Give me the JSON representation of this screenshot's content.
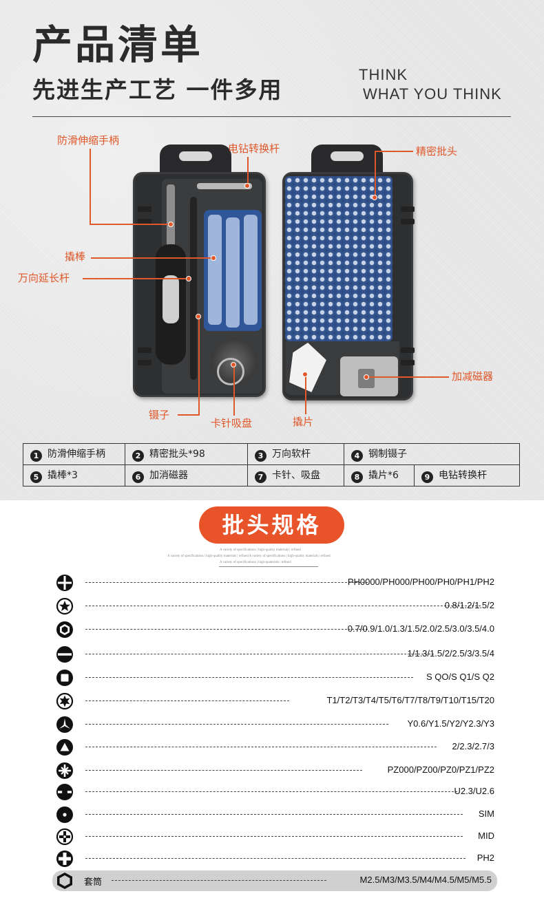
{
  "header": {
    "title": "产品清单",
    "subtitle": "先进生产工艺 一件多用",
    "think_line1": "THINK",
    "think_line2": "WHAT YOU THINK"
  },
  "callouts": {
    "handle": "防滑伸缩手柄",
    "drill_adapter": "电钻转换杆",
    "bits": "精密批头",
    "pry_bar": "撬棒",
    "extension": "万向延长杆",
    "demagnetizer": "加减磁器",
    "tweezers": "镊子",
    "sim_suction": "卡针吸盘",
    "pick": "撬片"
  },
  "parts_table": {
    "row1": [
      {
        "num": "1",
        "label": "防滑伸缩手柄"
      },
      {
        "num": "2",
        "label": "精密批头*98"
      },
      {
        "num": "3",
        "label": "万向软杆"
      },
      {
        "num": "4",
        "label": "钢制镊子"
      }
    ],
    "row2": [
      {
        "num": "5",
        "label": "撬棒*3"
      },
      {
        "num": "6",
        "label": "加消磁器"
      },
      {
        "num": "7",
        "label": "卡针、吸盘"
      },
      {
        "num": "8",
        "label": "撬片*6"
      },
      {
        "num": "9",
        "label": "电钻转换杆"
      }
    ]
  },
  "spec_section": {
    "title": "批头规格",
    "fine_line1": "A variety of specifications | high-quality materials | refined",
    "fine_line2": "A variety of specifications | high-quality materials | refined   A variety of specifications | high-quality materials | refined",
    "fine_line3": "A variety of specifications | high-quaterials | refined"
  },
  "specs": [
    {
      "icon": "phillips-icon",
      "value": "PH0000/PH000/PH00/PH0/PH1/PH2"
    },
    {
      "icon": "pentalobe-star-icon",
      "value": "0.8/1.2/1.5/2"
    },
    {
      "icon": "hex-icon",
      "value": "0.7/0.9/1.0/1.3/1.5/2.0/2.5/3.0/3.5/4.0"
    },
    {
      "icon": "slotted-icon",
      "value": "1/1.3/1.5/2/2.5/3/3.5/4"
    },
    {
      "icon": "square-icon",
      "value": "S QO/S Q1/S Q2"
    },
    {
      "icon": "torx-icon",
      "value": "T1/T2/T3/T4/T5/T6/T7/T8/T9/T10/T15/T20"
    },
    {
      "icon": "tri-wing-icon",
      "value": "Y0.6/Y1.5/Y2/Y2.3/Y3"
    },
    {
      "icon": "triangle-icon",
      "value": "2/2.3/2.7/3"
    },
    {
      "icon": "pozidriv-icon",
      "value": "PZ000/PZ00/PZ0/PZ1/PZ2"
    },
    {
      "icon": "u-shape-icon",
      "value": "U2.3/U2.6"
    },
    {
      "icon": "sim-pin-icon",
      "value": "SIM"
    },
    {
      "icon": "mid-icon",
      "value": "MID"
    },
    {
      "icon": "ph2-icon",
      "value": "PH2"
    }
  ],
  "socket_row": {
    "icon": "socket-hex-icon",
    "label": "套筒",
    "value": "M2.5/M3/M3.5/M4/M4.5/M5/M5.5"
  },
  "colors": {
    "accent": "#e8532a",
    "callout": "#e0582a",
    "bit_tray": "#2a4b82"
  }
}
